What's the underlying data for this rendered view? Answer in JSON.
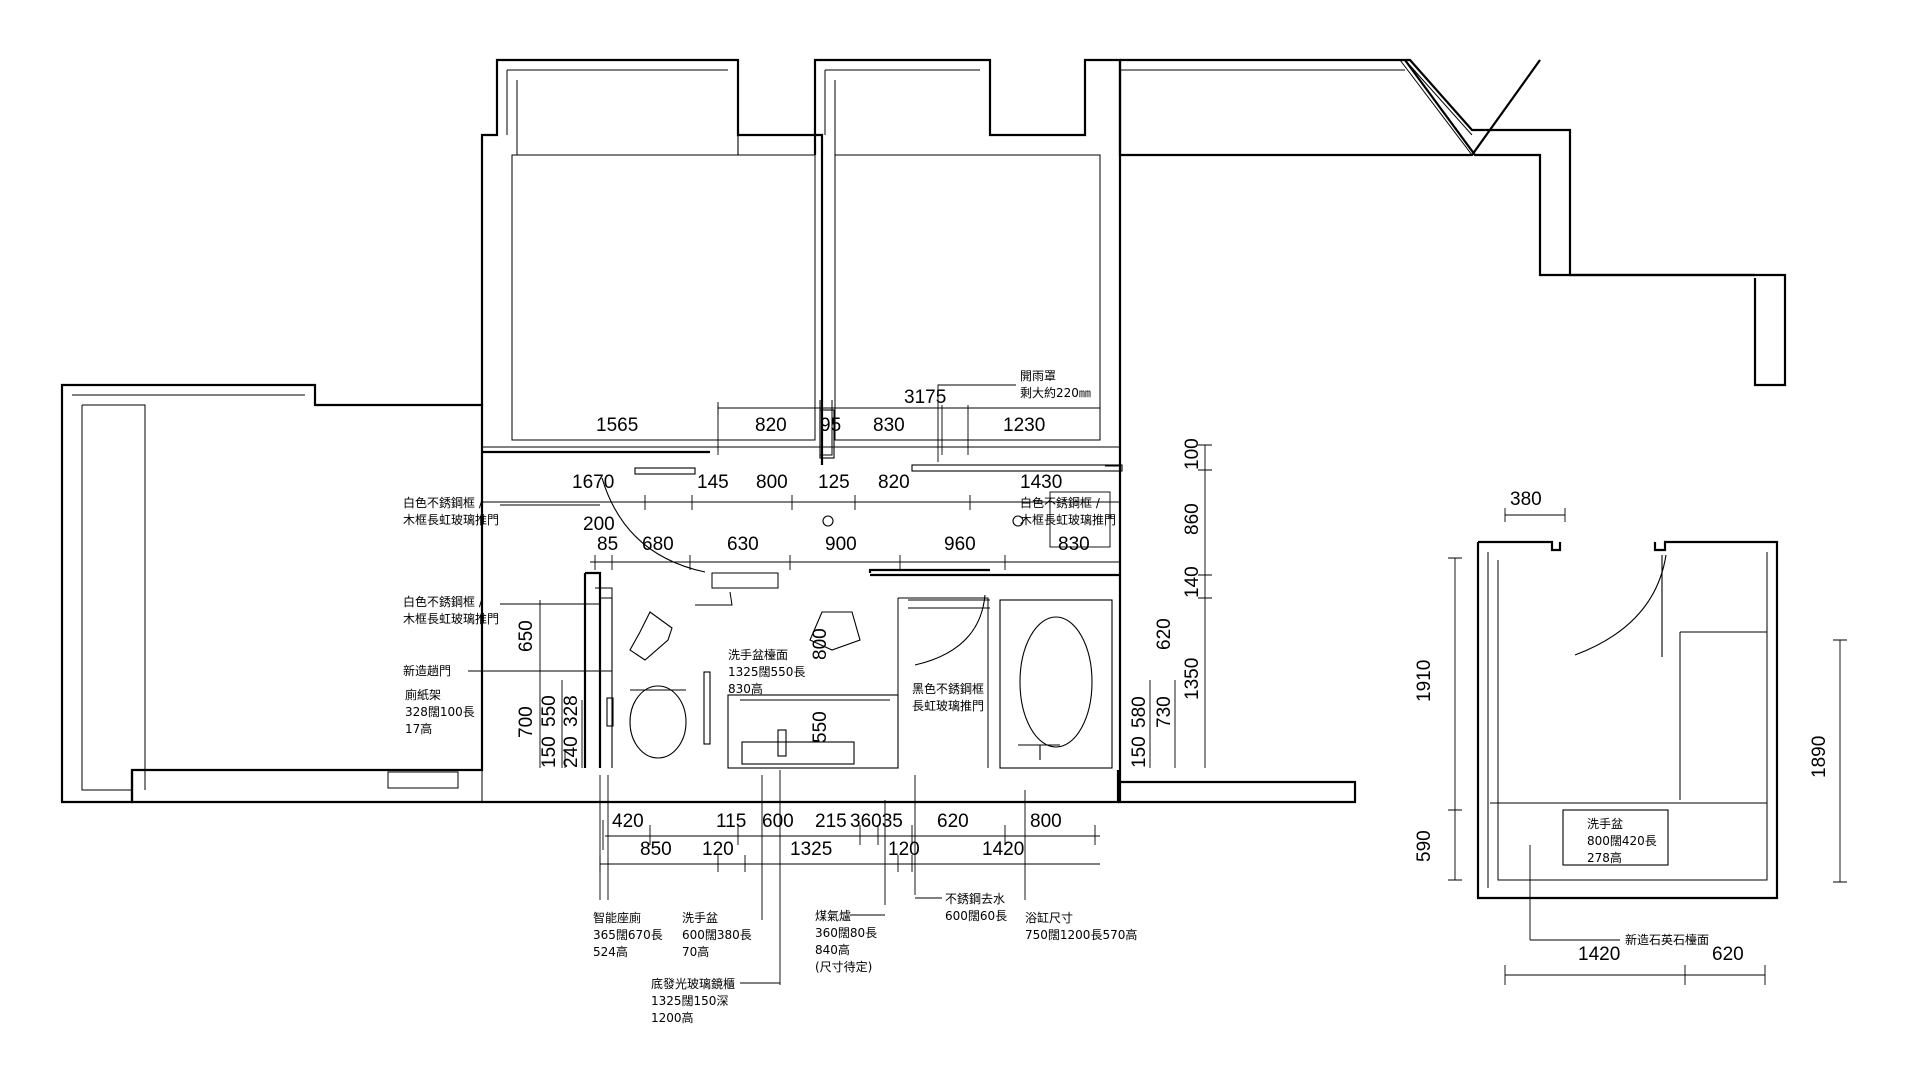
{
  "dims": {
    "d1565": "1565",
    "d820a": "820",
    "d95": "95",
    "d830a": "830",
    "d1230": "1230",
    "d3175": "3175",
    "d1670": "1670",
    "d145": "145",
    "d800a": "800",
    "d125": "125",
    "d820b": "820",
    "d1430": "1430",
    "d200": "200",
    "d85": "85",
    "d680": "680",
    "d630": "630",
    "d900": "900",
    "d960": "960",
    "d830b": "830",
    "d650": "650",
    "d700": "700",
    "d550a": "550",
    "d328": "328",
    "d150a": "150",
    "d240": "240",
    "d800v": "800",
    "d550b": "550",
    "d100": "100",
    "d860": "860",
    "d140": "140",
    "d620v": "620",
    "d1350": "1350",
    "d580": "580",
    "d730": "730",
    "d150b": "150",
    "d420": "420",
    "d115": "115",
    "d600": "600",
    "d215": "215",
    "d36035": "36035",
    "d620a": "620",
    "d800b": "800",
    "d850": "850",
    "d120a": "120",
    "d1325": "1325",
    "d120b": "120",
    "d1420a": "1420",
    "d380": "380",
    "d1910": "1910",
    "d590": "590",
    "d1890": "1890",
    "d1420b": "1420",
    "d620b": "620"
  },
  "notes": {
    "rain_cover": [
      "開雨罩",
      "剩大約220㎜"
    ],
    "door_white_1": [
      "白色不銹鋼框 /",
      "木框長虹玻璃推門"
    ],
    "door_white_2": [
      "白色不銹鋼框 /",
      "木框長虹玻璃推門"
    ],
    "door_white_3": [
      "白色不銹鋼框 /",
      "木框長虹玻璃推門"
    ],
    "new_door": "新造趟門",
    "paper_holder": [
      "廁紙架",
      "328闊100長",
      "17高"
    ],
    "basin_counter": [
      "洗手盆檯面",
      "1325闊550長",
      "830高"
    ],
    "black_door": [
      "黑色不銹鋼框",
      "長虹玻璃推門"
    ],
    "smart_toilet": [
      "智能座廁",
      "365闊670長",
      "524高"
    ],
    "basin": [
      "洗手盆",
      "600闊380長",
      "70高"
    ],
    "glass_cabinet": [
      "底發光玻璃鏡櫃",
      "1325闊150深",
      "1200高"
    ],
    "water_heater": [
      "煤氣爐",
      "360闊80長",
      "840高",
      "(尺寸待定)"
    ],
    "drain": [
      "不銹鋼去水",
      "600闊60長"
    ],
    "bathtub": [
      "浴缸尺寸",
      "750闊1200長570高"
    ],
    "right_basin": [
      "洗手盆",
      "800闊420長",
      "278高"
    ],
    "quartz_counter": "新造石英石檯面"
  }
}
